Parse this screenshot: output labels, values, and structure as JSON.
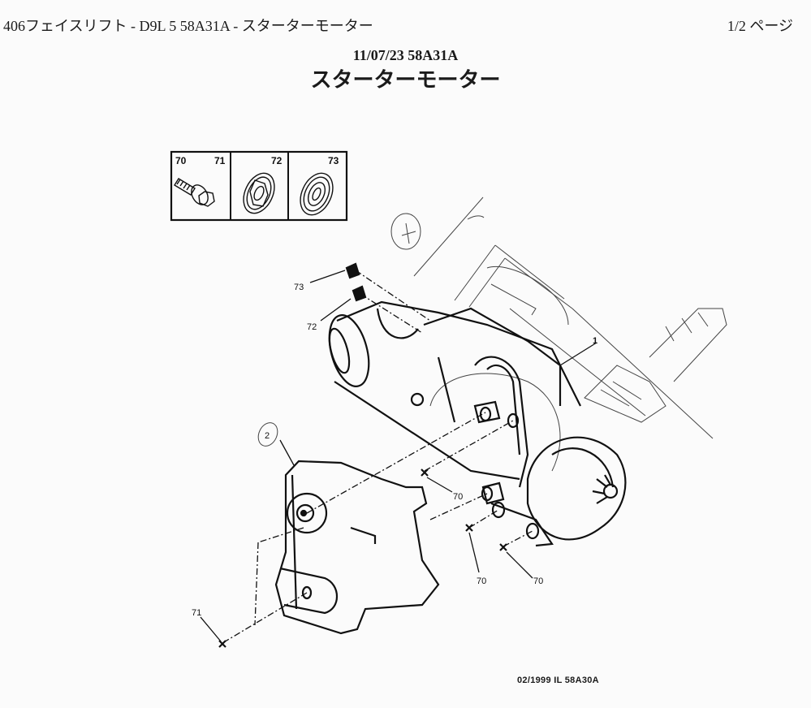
{
  "header": {
    "document_path": "406フェイスリフト - D9L 5 58A31A - スターターモーター",
    "page_indicator": "1/2 ページ"
  },
  "document": {
    "date_code": "11/07/23 58A31A",
    "title": "スターターモーター",
    "footer_reference": "02/1999 IL 58A30A"
  },
  "parts_legend": {
    "cells": [
      {
        "labels": [
          "70",
          "71"
        ],
        "icon": "bolt-with-washer-icon"
      },
      {
        "labels": [
          "72"
        ],
        "icon": "hex-nut-washer-icon"
      },
      {
        "labels": [
          "73"
        ],
        "icon": "flanged-nut-icon"
      }
    ]
  },
  "callouts": {
    "starter_motor": "1",
    "heat_shield": "2",
    "bolt_a": "70",
    "bolt_b": "70",
    "bolt_c": "70",
    "bolt_d": "70",
    "bolt_shield": "71",
    "nut_72": "72",
    "nut_73": "73"
  },
  "colors": {
    "paper": "#fbfbfb",
    "ink": "#1a1a1a",
    "pencil": "#444444"
  }
}
